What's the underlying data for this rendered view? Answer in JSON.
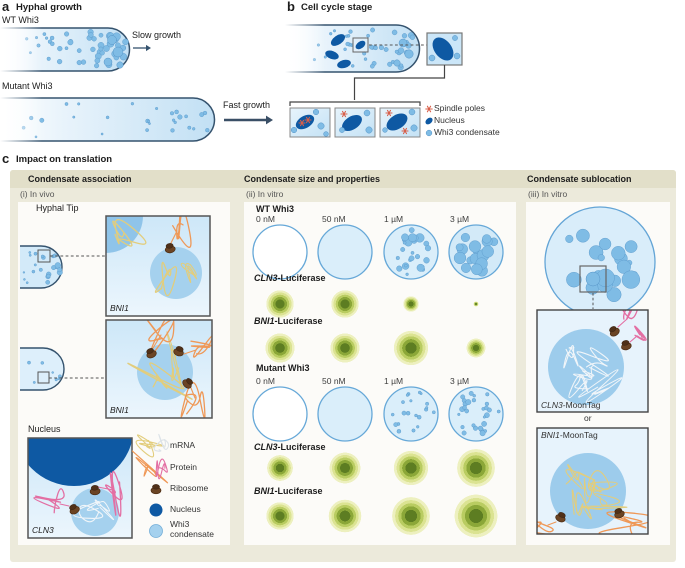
{
  "panel_a": {
    "letter": "a",
    "title": "Hyphal growth",
    "wt_label": "WT Whi3",
    "mutant_label": "Mutant Whi3",
    "slow_label": "Slow growth",
    "fast_label": "Fast growth"
  },
  "panel_b": {
    "letter": "b",
    "title": "Cell cycle stage",
    "legend": [
      {
        "icon": "spindle-poles-icon",
        "label": "Spindle poles"
      },
      {
        "icon": "nucleus-icon",
        "label": "Nucleus"
      },
      {
        "icon": "whi3-condensate-icon",
        "label": "Whi3 condensate"
      }
    ]
  },
  "panel_c": {
    "letter": "c",
    "title": "Impact on translation",
    "columns": [
      {
        "header": "Condensate association",
        "sublabel": "(i) In vivo"
      },
      {
        "header": "Condensate size and properties",
        "sublabel": "(ii) In vitro"
      },
      {
        "header": "Condensate sublocation",
        "sublabel": "(iii) In vitro"
      }
    ],
    "in_vivo": {
      "tip_label": "Hyphal Tip",
      "nucleus_label": "Nucleus",
      "box1_gene": "BNI1",
      "box2_gene": "BNI1",
      "box3_gene": "CLN3",
      "legend": [
        {
          "icon": "mrna-icon",
          "label": "mRNA"
        },
        {
          "icon": "protein-icon",
          "label": "Protein"
        },
        {
          "icon": "ribosome-icon",
          "label": "Ribosome"
        },
        {
          "icon": "nucleus-icon",
          "label": "Nucleus"
        },
        {
          "icon": "whi3-condensate-icon",
          "label": "Whi3 condensate"
        }
      ]
    },
    "in_vitro": {
      "wt_header": "WT Whi3",
      "mutant_header": "Mutant Whi3",
      "concentrations": [
        "0 nM",
        "50 nM",
        "1 µM",
        "3 µM"
      ],
      "cln3": "CLN3",
      "bni1": "BNI1",
      "luciferase_suffix": "-Luciferase"
    },
    "sublocation": {
      "cln3": "CLN3",
      "bni1": "BNI1",
      "moontag_suffix": "-MoonTag",
      "or_label": "or"
    }
  },
  "colors": {
    "condensate_blue": "#7fbce5",
    "condensate_fill": "#a5d1ee",
    "nucleus_navy": "#0e59a3",
    "spindle_red": "#d85f4a",
    "luciferase_green": "#5d7d22",
    "mrna_yellow": "#e2cd7c",
    "mrna_white": "#f0f5f9",
    "protein_orange": "#ef9857",
    "protein_pink": "#e36fa3",
    "ribosome_brown": "#6b4424",
    "panel_beige": "#eceadb"
  }
}
